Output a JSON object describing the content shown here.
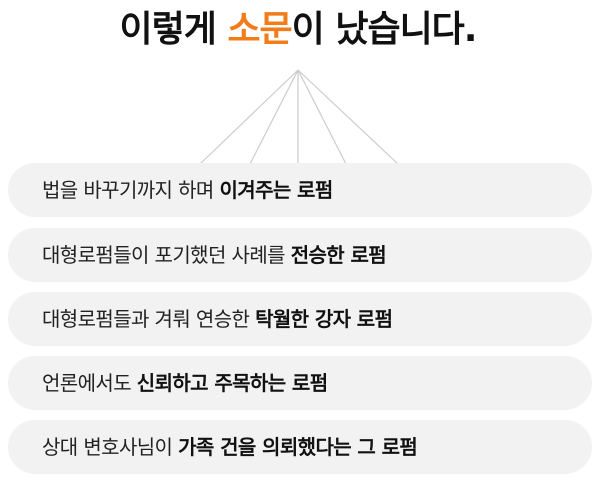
{
  "headline": {
    "before": "이렇게 ",
    "accent": "소문",
    "after": "이 났습니다.",
    "accent_color": "#f07c1a"
  },
  "items": [
    {
      "regular": "법을 바꾸기까지 하며 ",
      "bold": "이겨주는 로펌"
    },
    {
      "regular": "대형로펌들이 포기했던 사례를 ",
      "bold": "전승한 로펌"
    },
    {
      "regular": "대형로펌들과 겨뤄 연승한 ",
      "bold": "탁월한 강자 로펌"
    },
    {
      "regular": "언론에서도 ",
      "bold": "신뢰하고 주목하는 로펌"
    },
    {
      "regular": "상대 변호사님이 ",
      "bold": "가족 건을 의뢰했다는 그 로펌"
    }
  ],
  "colors": {
    "pill_background": "#f2f2f2",
    "connector_lines": "#cccccc",
    "accent": "#f07c1a"
  }
}
